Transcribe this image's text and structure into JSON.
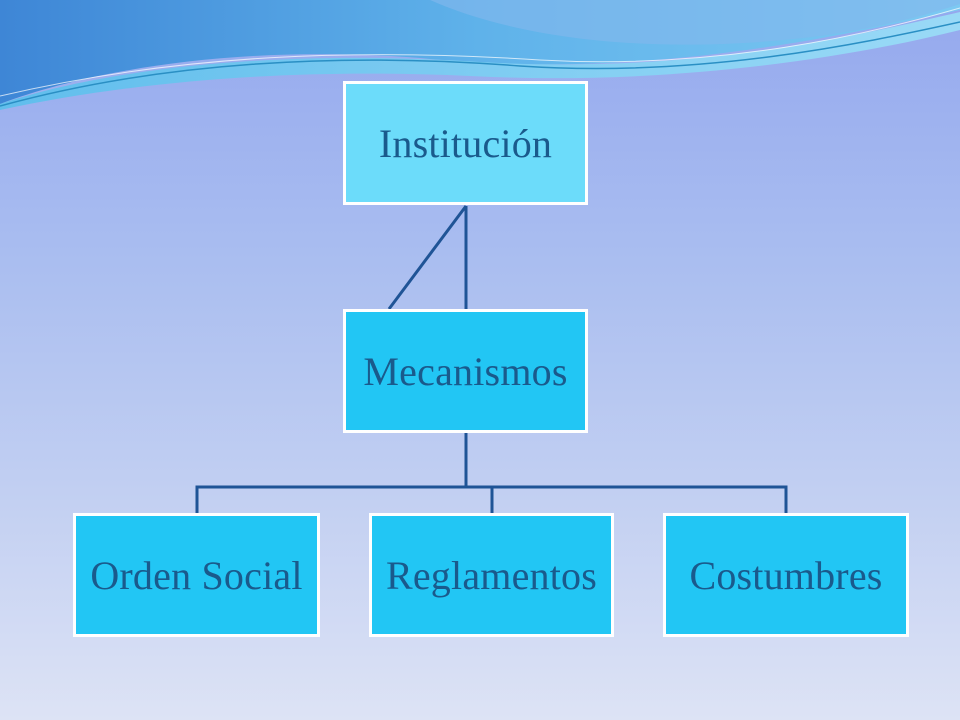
{
  "diagram": {
    "root": {
      "label": "Institución"
    },
    "middle": {
      "label": "Mecanismos"
    },
    "leaves": [
      {
        "label": "Orden Social"
      },
      {
        "label": "Reglamentos"
      },
      {
        "label": "Costumbres"
      }
    ]
  },
  "colors": {
    "root_fill": "#6cdcfa",
    "node_fill": "#22c6f4",
    "node_text": "#1a5a8c",
    "connector": "#1f5496",
    "node_border": "#ffffff"
  }
}
